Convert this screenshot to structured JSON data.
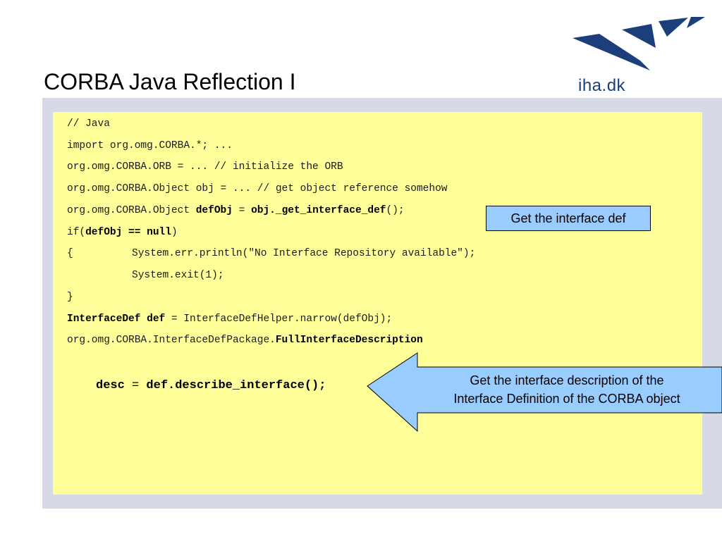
{
  "slide": {
    "title": "CORBA Java Reflection I",
    "logo_text": "iha.dk",
    "colors": {
      "panel_bg": "#ffff99",
      "frame": "#d6dae6",
      "callout": "#99ccff",
      "logo": "#1c3f7c"
    }
  },
  "code": {
    "line1": "// Java",
    "line2": "import org.omg.CORBA.*; ...",
    "line3": "org.omg.CORBA.ORB = ... // initialize the ORB",
    "line4": "org.omg.CORBA.Object obj = ... // get object reference somehow",
    "line5_a": "org.omg.CORBA.Object ",
    "line5_b": "defObj",
    "line5_c": " = ",
    "line5_d": "obj._get_interface_def",
    "line5_e": "();",
    "line6_a": "if(",
    "line6_b": "defObj == null",
    "line6_c": ")",
    "line7_a": "{",
    "line7_b": "System.err.println(\"No Interface Repository available\");",
    "line8": "System.exit(1);",
    "line9": "}",
    "line10_a": "InterfaceDef def",
    "line10_b": " = InterfaceDefHelper.narrow(defObj);",
    "line11_a": "org.omg.CORBA.InterfaceDefPackage.",
    "line11_b": "FullInterfaceDescription",
    "desc_a": "desc",
    "desc_b": " = ",
    "desc_c": "def.describe_interface();"
  },
  "callouts": {
    "interface_def": "Get the interface def",
    "description_line1": "Get the interface description of the",
    "description_line2": "Interface Definition of the CORBA object"
  }
}
